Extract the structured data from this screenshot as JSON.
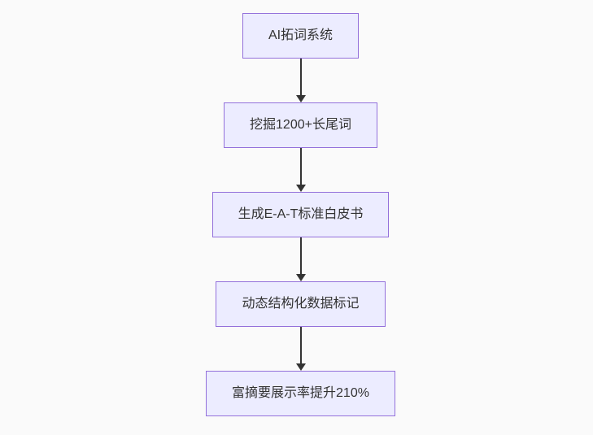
{
  "diagram": {
    "type": "flowchart",
    "direction": "top-down",
    "colors": {
      "background": "#fafafa",
      "node_fill": "#ECECFF",
      "node_border": "#9370DB",
      "text": "#333333",
      "arrow": "#333333"
    },
    "nodes": [
      {
        "id": "node-1",
        "label": "AI拓词系统"
      },
      {
        "id": "node-2",
        "label": "挖掘1200+长尾词"
      },
      {
        "id": "node-3",
        "label": "生成E-A-T标准白皮书"
      },
      {
        "id": "node-4",
        "label": "动态结构化数据标记"
      },
      {
        "id": "node-5",
        "label": "富摘要展示率提升210%"
      }
    ],
    "edges": [
      {
        "from": "node-1",
        "to": "node-2"
      },
      {
        "from": "node-2",
        "to": "node-3"
      },
      {
        "from": "node-3",
        "to": "node-4"
      },
      {
        "from": "node-4",
        "to": "node-5"
      }
    ]
  }
}
